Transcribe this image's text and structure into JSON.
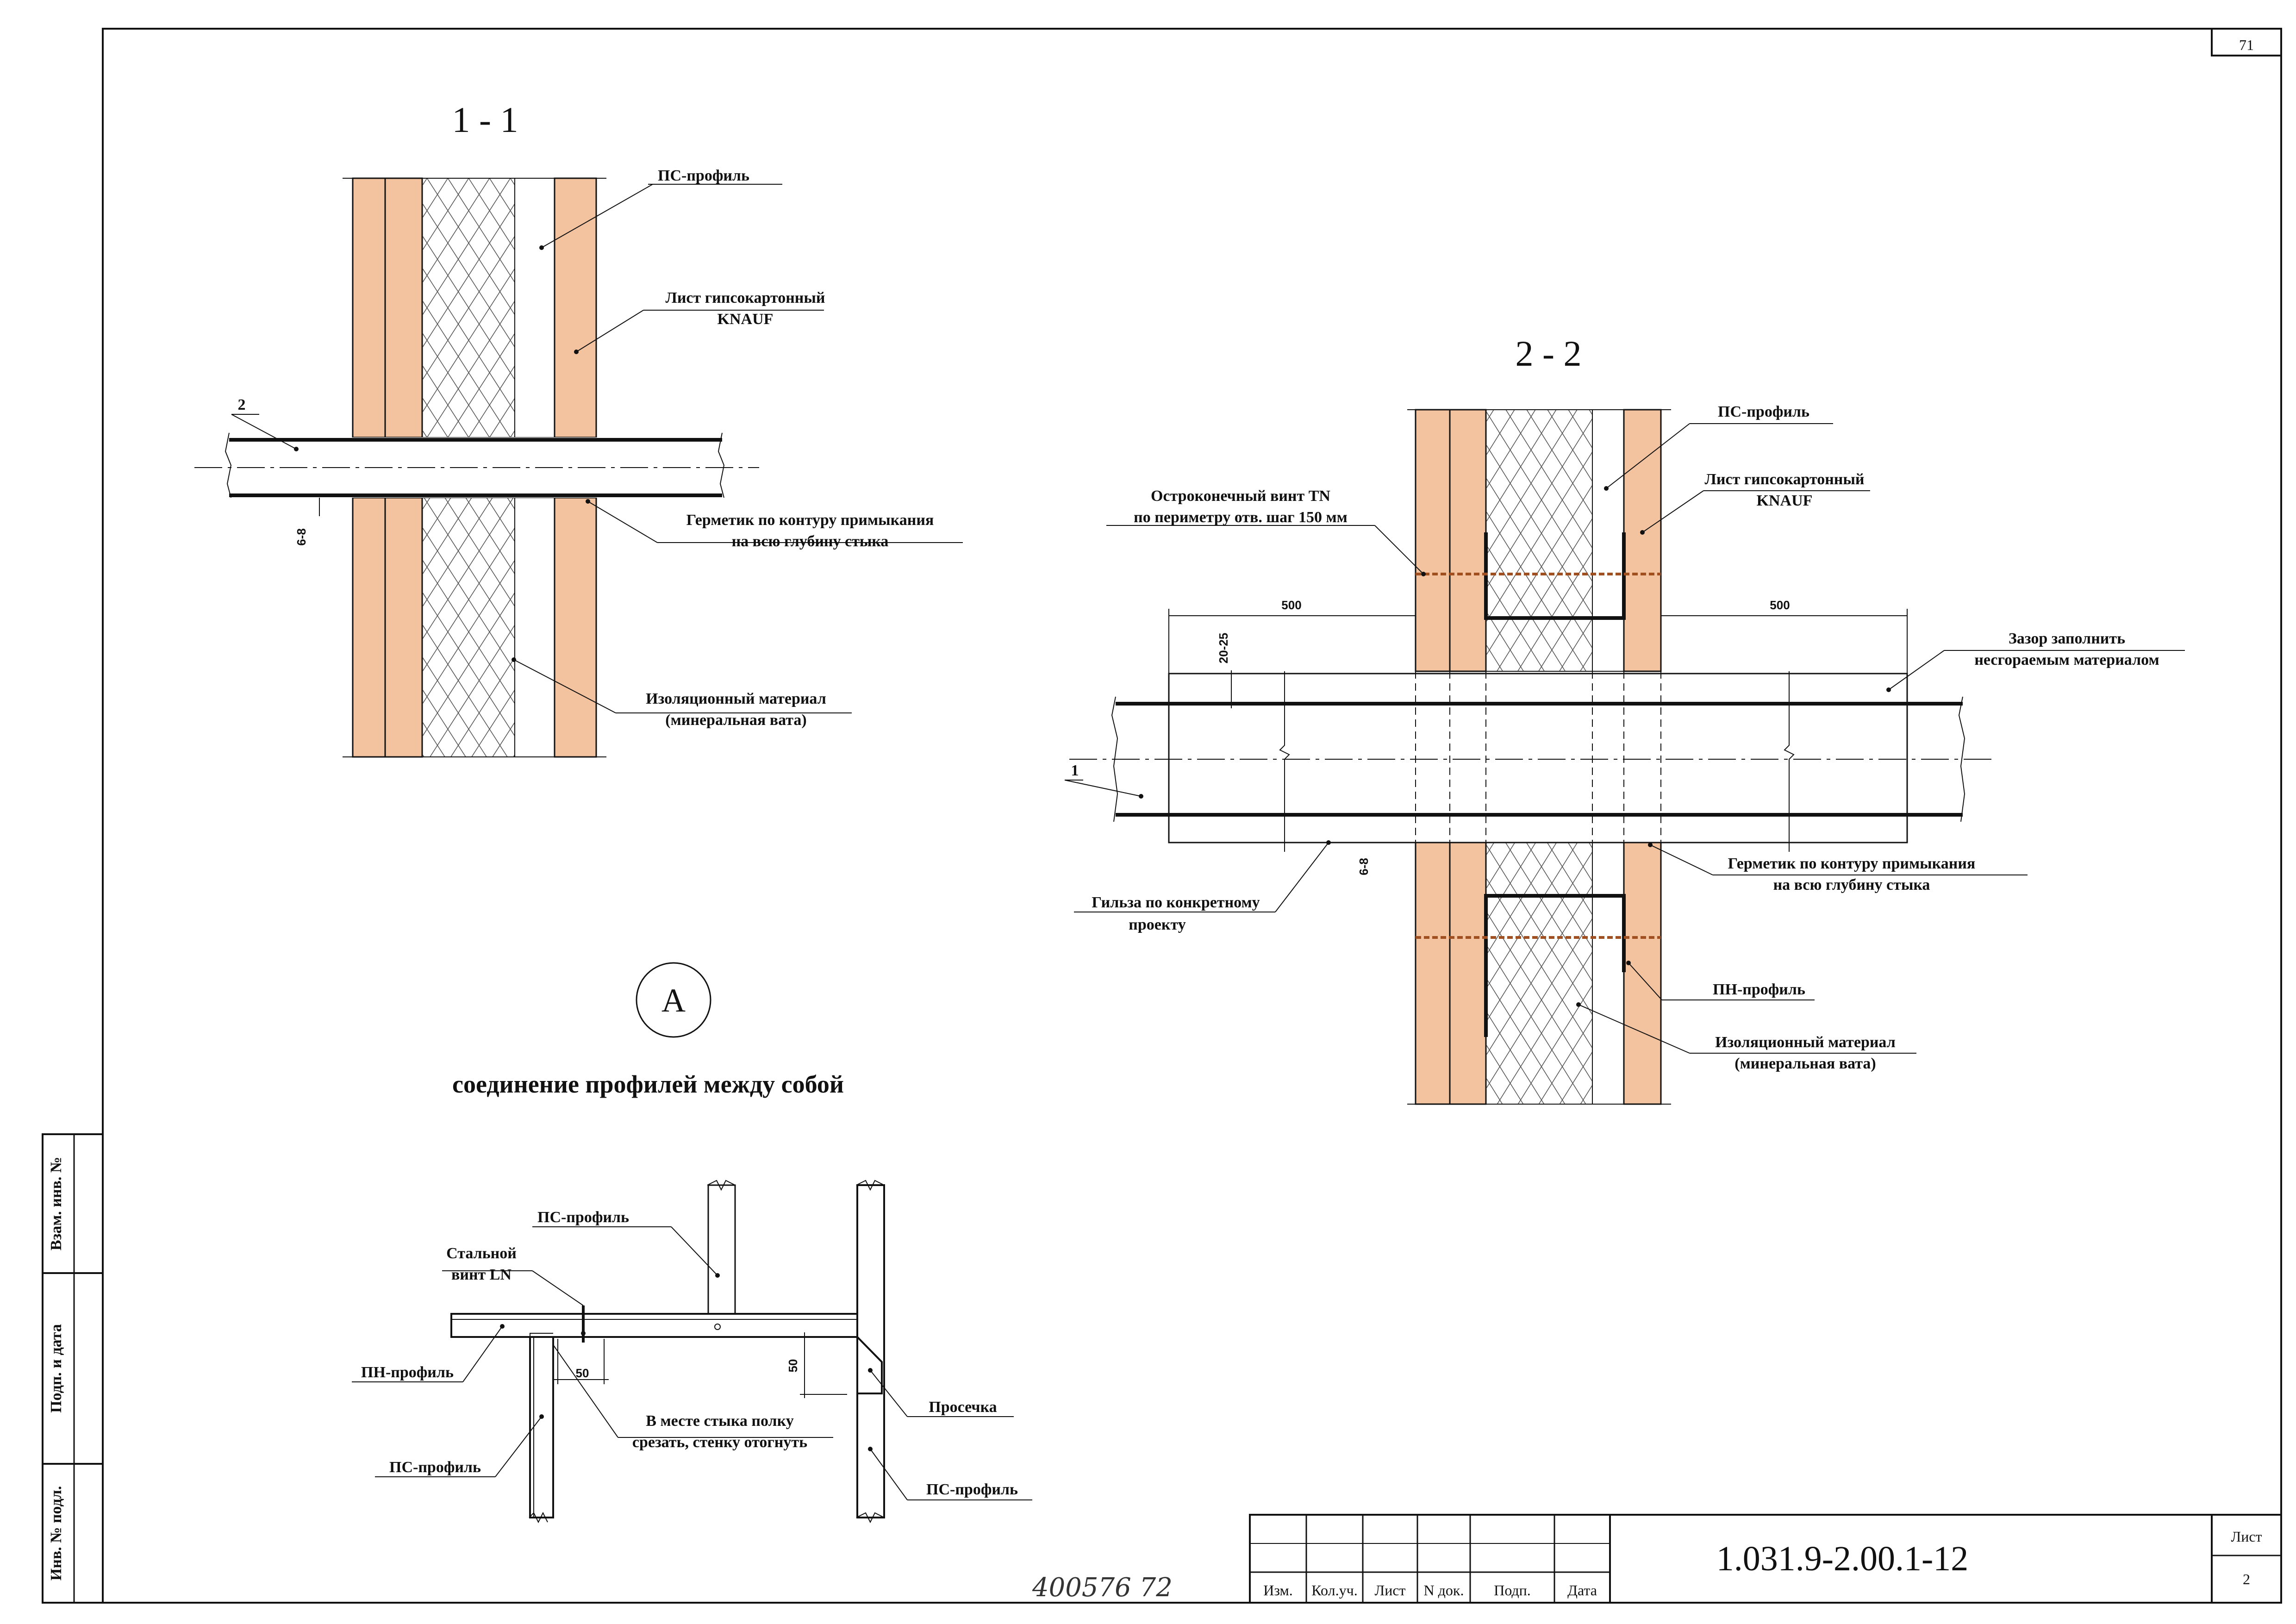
{
  "sheet": {
    "page_number": "71",
    "code": "1.031.9-2.00.1-12",
    "list_label": "Лист",
    "list_number": "2",
    "handwritten_note": "400576    72"
  },
  "side_stamp": {
    "vzam_inv": "Взам. инв. №",
    "podp_data": "Подп. и дата",
    "inv_podl": "Инв. № подл."
  },
  "title_block": {
    "headers": [
      "Изм.",
      "Кол.уч.",
      "Лист",
      "N док.",
      "Подп.",
      "Дата"
    ]
  },
  "section_1_1": {
    "title": "1 - 1",
    "labels": {
      "ps_profile": "ПС-профиль",
      "sheet_line1": "Лист гипсокартонный",
      "sheet_line2": "KNAUF",
      "pipe_marker": "2",
      "sealant_line1": "Герметик по контуру примыкания",
      "sealant_line2": "на всю глубину стыка",
      "gap_dim": "6-8",
      "insulation_line1": "Изоляционный материал",
      "insulation_line2": "(минеральная вата)"
    }
  },
  "section_2_2": {
    "title": "2 - 2",
    "labels": {
      "ps_profile": "ПС-профиль",
      "sheet_line1": "Лист гипсокартонный",
      "sheet_line2": "KNAUF",
      "screw_line1": "Остроконечный   винт TN",
      "screw_line2": "по периметру отв. шаг 150 мм",
      "dim_left": "500",
      "dim_right": "500",
      "dim_vertical": "20-25",
      "gap_line1": "Зазор заполнить",
      "gap_line2": "несгораемым материалом",
      "pipe_marker": "1",
      "sealant_line1": "Герметик по контуру примыкания",
      "sealant_line2": "на всю глубину стыка",
      "gap_dim": "6-8",
      "sleeve_line1": "Гильза по конкретному",
      "sleeve_line2": "проекту",
      "pn_profile": "ПН-профиль",
      "insulation_line1": "Изоляционный материал",
      "insulation_line2": "(минеральная вата)"
    }
  },
  "detail_a": {
    "marker": "А",
    "caption": "соединение профилей между собой",
    "labels": {
      "ps_top": "ПС-профиль",
      "screw_line1": "Стальной",
      "screw_line2": "винт LN",
      "pn_profile": "ПН-профиль",
      "dim_50_h": "50",
      "dim_50_v": "50",
      "cut_line1": "В месте стыка полку",
      "cut_line2": "срезать, стенку отогнуть",
      "notch": "Просечка",
      "ps_left": "ПС-профиль",
      "ps_right": "ПС-профиль"
    }
  },
  "colors": {
    "gypsum_board": "#f3c29e",
    "line": "#111111"
  }
}
